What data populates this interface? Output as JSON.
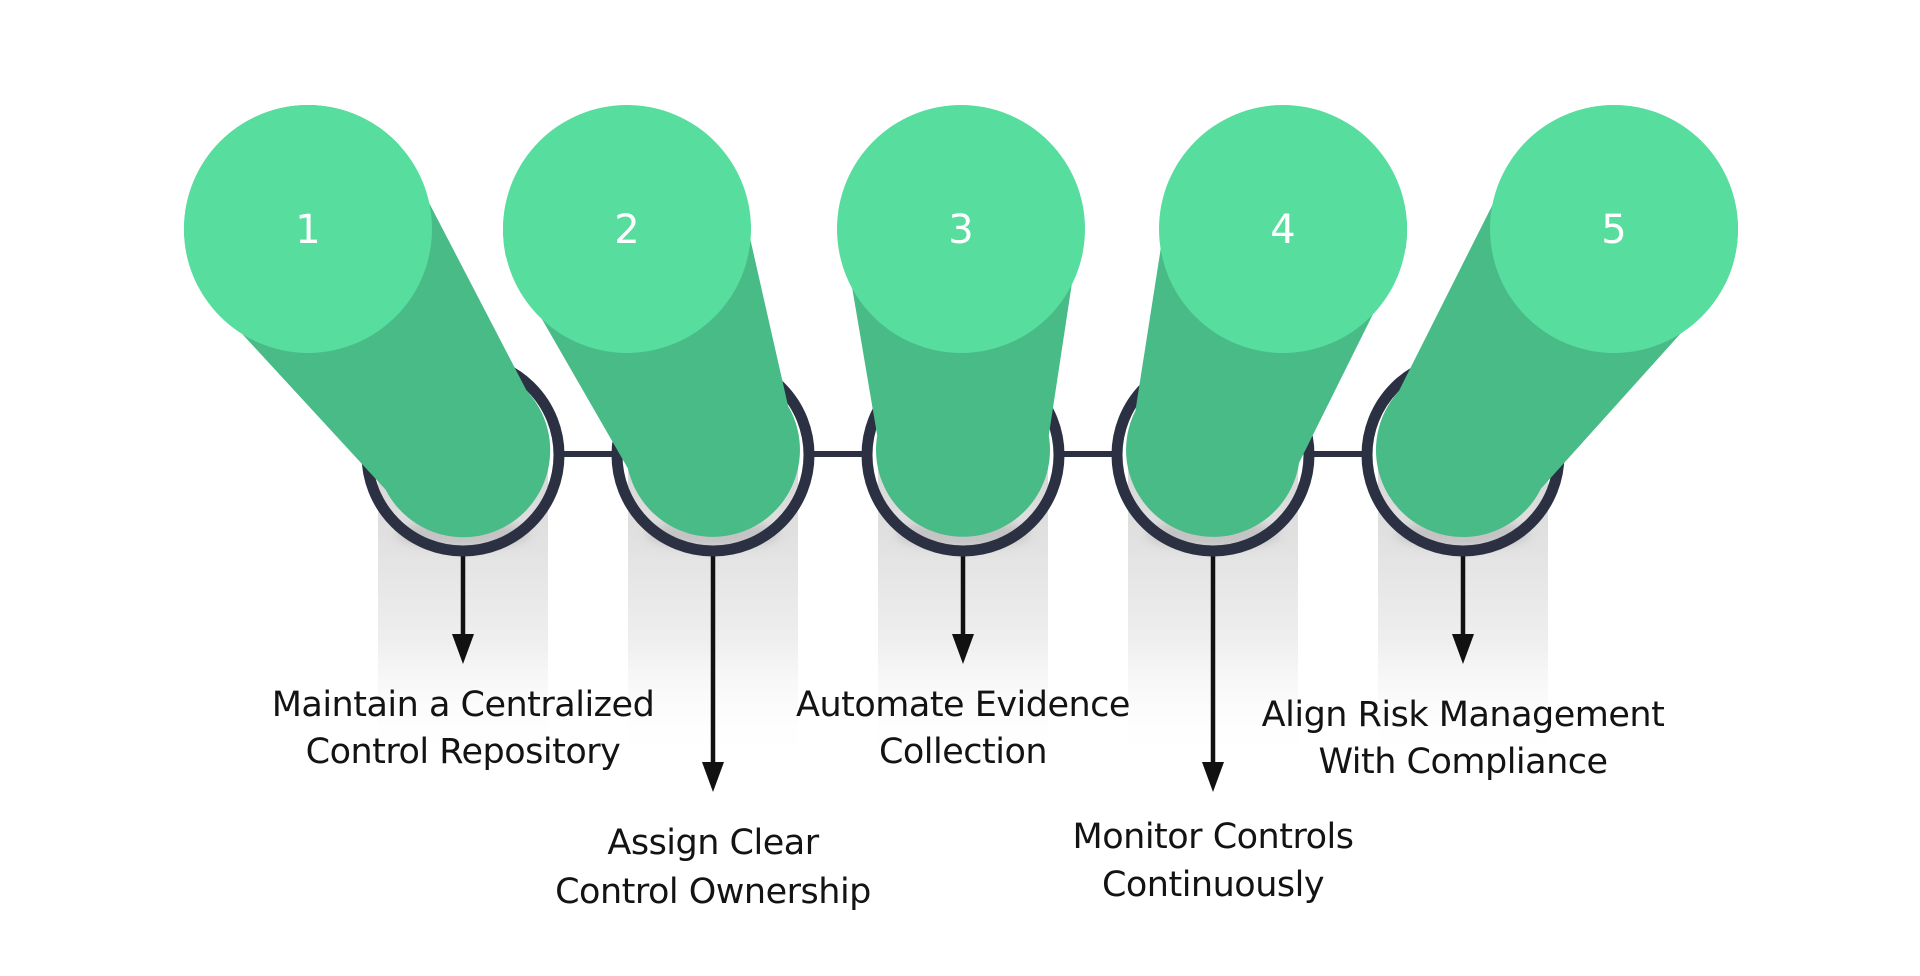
{
  "diagram": {
    "type": "process-pins-5-steps",
    "steps": [
      {
        "number": "1",
        "label_line1": "Maintain a Centralized",
        "label_line2": "Control Repository"
      },
      {
        "number": "2",
        "label_line1": "Assign Clear",
        "label_line2": "Control Ownership"
      },
      {
        "number": "3",
        "label_line1": "Automate Evidence",
        "label_line2": "Collection"
      },
      {
        "number": "4",
        "label_line1": "Monitor Controls",
        "label_line2": "Continuously"
      },
      {
        "number": "5",
        "label_line1": "Align Risk Management",
        "label_line2": "With Compliance"
      }
    ],
    "colors": {
      "pin_body": "#48BB87",
      "pin_cap": "#57DD9D",
      "ring": "#2B3142",
      "connector": "#2B3142",
      "arrow": "#111111",
      "label_text": "#131313",
      "number_text": "#FFFFFF",
      "shadow_band_top": "#D5D5D5",
      "shadow_band_mid": "#EFEFEF",
      "background": "#FFFFFF"
    }
  }
}
